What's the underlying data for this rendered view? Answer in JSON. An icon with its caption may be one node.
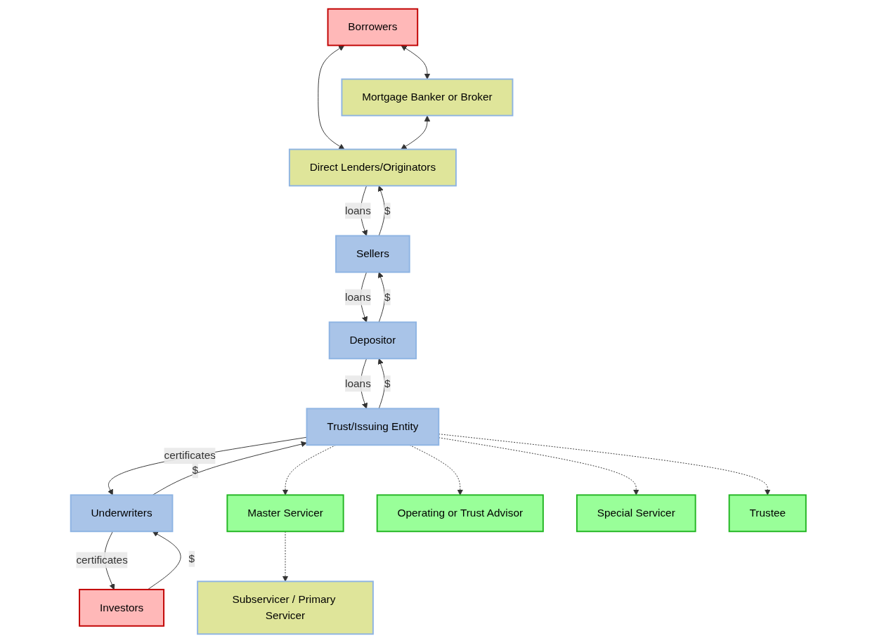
{
  "diagram": {
    "nodes": [
      {
        "text": [
          "Borrowers"
        ]
      },
      {
        "text": [
          "Mortgage Banker or Broker"
        ]
      },
      {
        "text": [
          "Direct Lenders/Originators"
        ]
      },
      {
        "text": [
          "Sellers"
        ]
      },
      {
        "text": [
          "Depositor"
        ]
      },
      {
        "text": [
          "Trust/Issuing Entity"
        ]
      },
      {
        "text": [
          "Underwriters"
        ]
      },
      {
        "text": [
          "Investors"
        ]
      },
      {
        "text": [
          "Master Servicer"
        ]
      },
      {
        "text": [
          "Subservicer / Primary Servicer"
        ]
      },
      {
        "text": [
          "Operating or Trust Advisor"
        ]
      },
      {
        "text": [
          "Special Servicer"
        ]
      },
      {
        "text": [
          "Trustee"
        ]
      }
    ],
    "edges": [
      {
        "from": 0,
        "to": 1,
        "arrow": "both"
      },
      {
        "from": 0,
        "to": 2,
        "arrow": "both"
      },
      {
        "from": 1,
        "to": 2,
        "arrow": "both"
      },
      {
        "from": 2,
        "to": 3,
        "arrow": "to",
        "label": "loans"
      },
      {
        "from": 3,
        "to": 2,
        "arrow": "to",
        "label": "$"
      },
      {
        "from": 3,
        "to": 4,
        "arrow": "to",
        "label": "loans"
      },
      {
        "from": 4,
        "to": 3,
        "arrow": "to",
        "label": "$"
      },
      {
        "from": 4,
        "to": 5,
        "arrow": "to",
        "label": "loans"
      },
      {
        "from": 5,
        "to": 4,
        "arrow": "to",
        "label": "$"
      },
      {
        "from": 5,
        "to": 6,
        "arrow": "to",
        "label": "certificates"
      },
      {
        "from": 6,
        "to": 5,
        "arrow": "to",
        "label": "$"
      },
      {
        "from": 6,
        "to": 7,
        "arrow": "to",
        "label": "certificates"
      },
      {
        "from": 7,
        "to": 6,
        "arrow": "to",
        "label": "$"
      },
      {
        "from": 5,
        "to": 8,
        "arrow": "to",
        "style": "dashed"
      },
      {
        "from": 8,
        "to": 9,
        "arrow": "to",
        "style": "dashed"
      },
      {
        "from": 5,
        "to": 10,
        "arrow": "to",
        "style": "dashed"
      },
      {
        "from": 5,
        "to": 11,
        "arrow": "to",
        "style": "dashed"
      },
      {
        "from": 5,
        "to": 12,
        "arrow": "to",
        "style": "dashed"
      }
    ]
  }
}
